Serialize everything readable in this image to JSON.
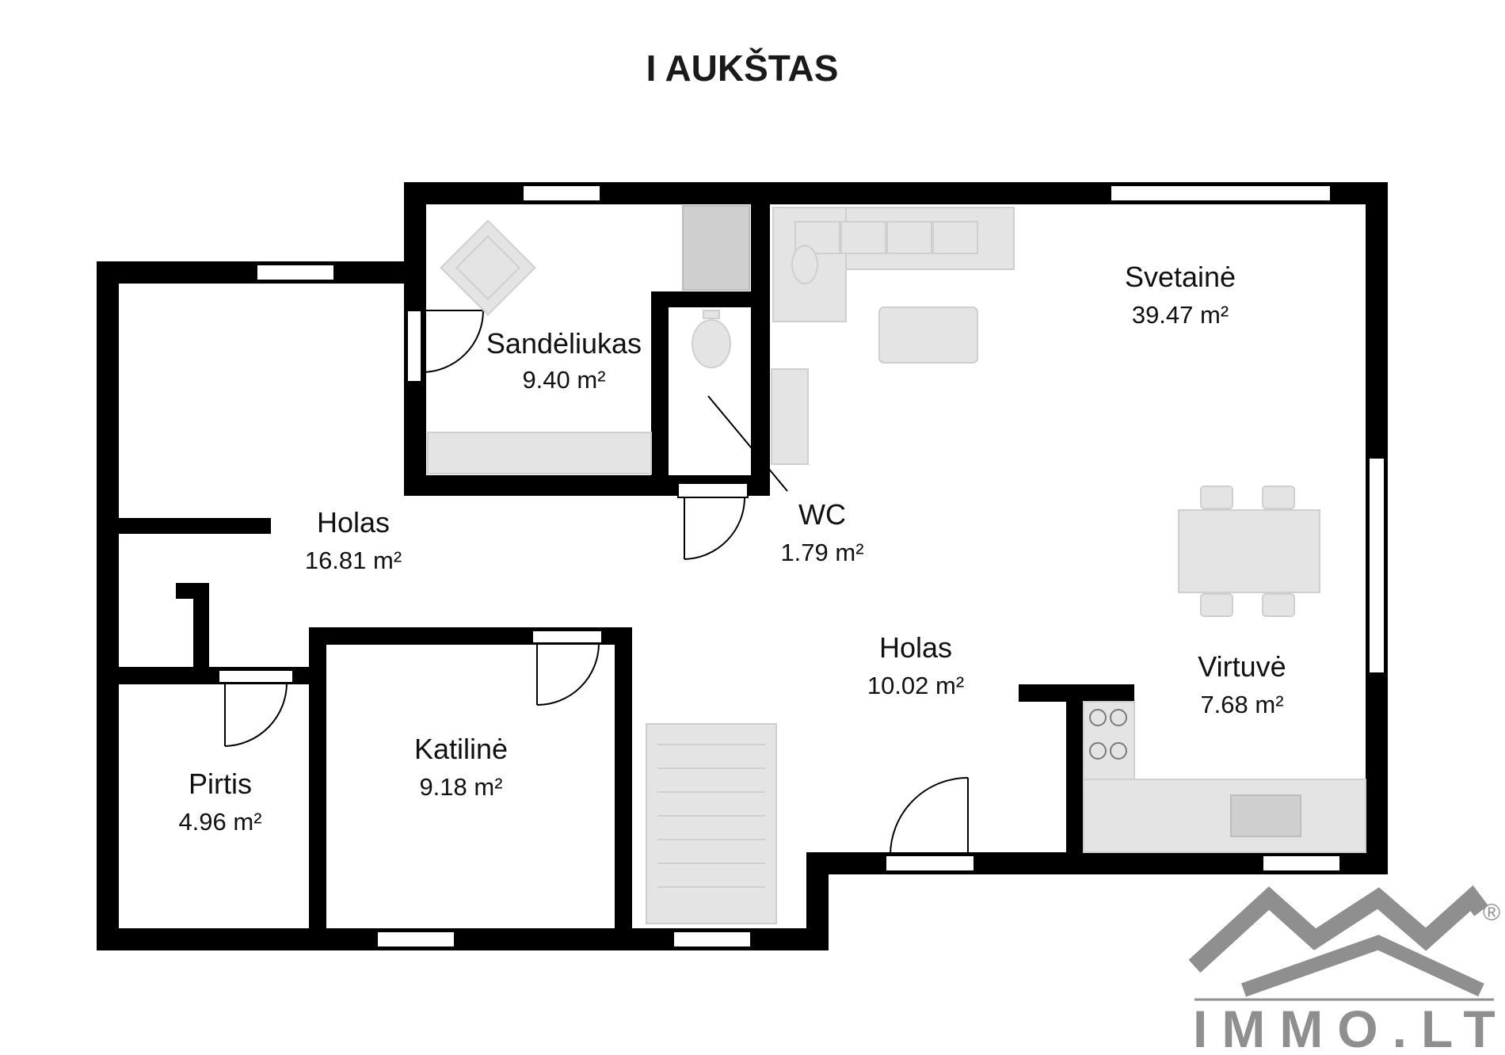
{
  "plan": {
    "title": "I AUKŠTAS",
    "rooms": [
      {
        "id": "sandeliukas",
        "name": "Sandėliukas",
        "area": "9.40 m²"
      },
      {
        "id": "svetaine",
        "name": "Svetainė",
        "area": "39.47 m²"
      },
      {
        "id": "holas-left",
        "name": "Holas",
        "area": "16.81 m²"
      },
      {
        "id": "wc",
        "name": "WC",
        "area": "1.79 m²"
      },
      {
        "id": "holas-center",
        "name": "Holas",
        "area": "10.02 m²"
      },
      {
        "id": "virtuve",
        "name": "Virtuvė",
        "area": "7.68 m²"
      },
      {
        "id": "katiline",
        "name": "Katilinė",
        "area": "9.18 m²"
      },
      {
        "id": "pirtis",
        "name": "Pirtis",
        "area": "4.96 m²"
      }
    ]
  },
  "logo": {
    "text": "IMMO.LT",
    "registered": "®",
    "color": "#8f8f8f"
  },
  "colors": {
    "wall": "#000000",
    "window": "#ffffff",
    "furniture": "#e4e4e4"
  }
}
